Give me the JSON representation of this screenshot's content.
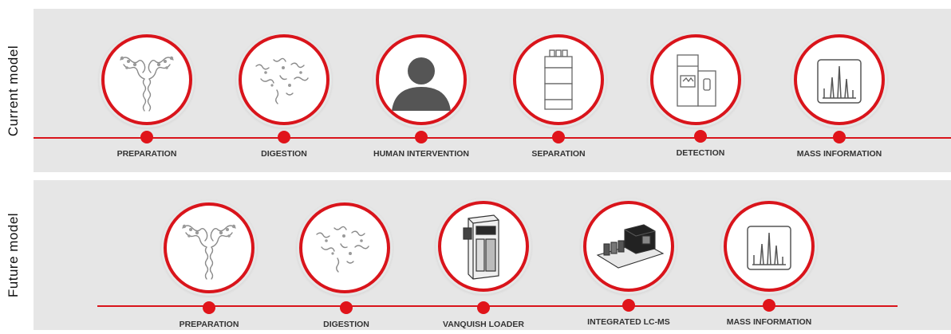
{
  "current_model": {
    "label": "Current model",
    "steps": [
      {
        "label": "PREPARATION",
        "icon": "antibody-icon"
      },
      {
        "label": "DIGESTION",
        "icon": "peptide-fragments-icon"
      },
      {
        "label": "HUMAN INTERVENTION",
        "icon": "person-icon"
      },
      {
        "label": "SEPARATION",
        "icon": "lc-stack-icon"
      },
      {
        "label": "DETECTION",
        "icon": "mass-spectrometer-icon"
      },
      {
        "label": "MASS INFORMATION",
        "icon": "spectrum-icon"
      }
    ]
  },
  "future_model": {
    "label": "Future model",
    "steps": [
      {
        "label": "PREPARATION",
        "icon": "antibody-icon"
      },
      {
        "label": "DIGESTION",
        "icon": "peptide-fragments-icon"
      },
      {
        "label": "VANQUISH LOADER",
        "icon": "vanquish-loader-icon"
      },
      {
        "label": "INTEGRATED LC-MS",
        "icon": "integrated-lcms-icon"
      },
      {
        "label": "MASS INFORMATION",
        "icon": "spectrum-icon"
      }
    ]
  },
  "colors": {
    "accent": "#d9141b",
    "panel": "#e6e6e6",
    "text": "#333333"
  }
}
